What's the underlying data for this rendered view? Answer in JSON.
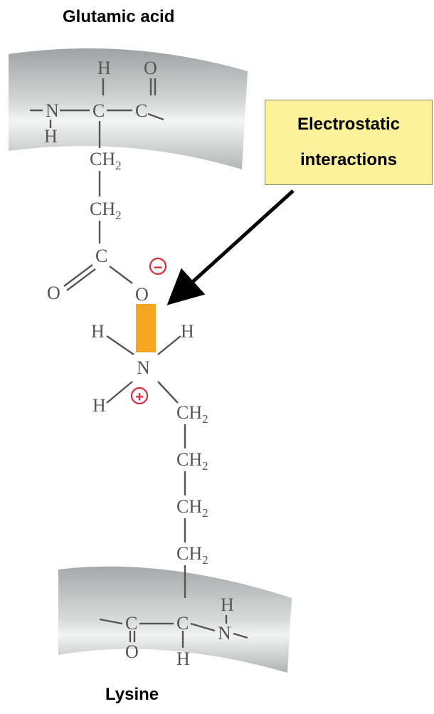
{
  "labels": {
    "top_residue": "Glutamic acid",
    "bottom_residue": "Lysine",
    "callout_line1": "Electrostatic",
    "callout_line2": "interactions"
  },
  "atoms": {
    "N": "N",
    "C": "C",
    "H": "H",
    "O": "O",
    "CH": "CH",
    "sub2": "2"
  },
  "charges": {
    "negative": "−",
    "positive": "+"
  },
  "colors": {
    "callout_fill": "#fbf29a",
    "bond_highlight": "#f5a623",
    "charge": "#e0283c",
    "backbone_band": "#c9cbcb",
    "structure": "#555555"
  }
}
